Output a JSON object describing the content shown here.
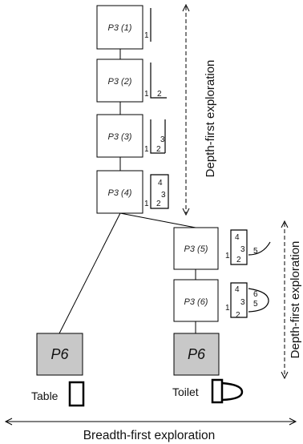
{
  "nodes": {
    "p3_1": "P3 (1)",
    "p3_2": "P3 (2)",
    "p3_3": "P3 (3)",
    "p3_4": "P3 (4)",
    "p3_5": "P3 (5)",
    "p3_6": "P3 (6)",
    "p6_left": "P6",
    "p6_right": "P6"
  },
  "objects": {
    "table": "Table",
    "toilet": "Toilet"
  },
  "labels": {
    "depth_first_top": "Depth-first exploration",
    "depth_first_right": "Depth-first exploration",
    "breadth_first": "Breadth-first exploration"
  },
  "sketch_digits": [
    "1",
    "2",
    "3",
    "4",
    "5",
    "6"
  ],
  "colors": {
    "box_fill": "#ffffff",
    "p6_fill": "#c8c8c8",
    "stroke": "#000000"
  }
}
